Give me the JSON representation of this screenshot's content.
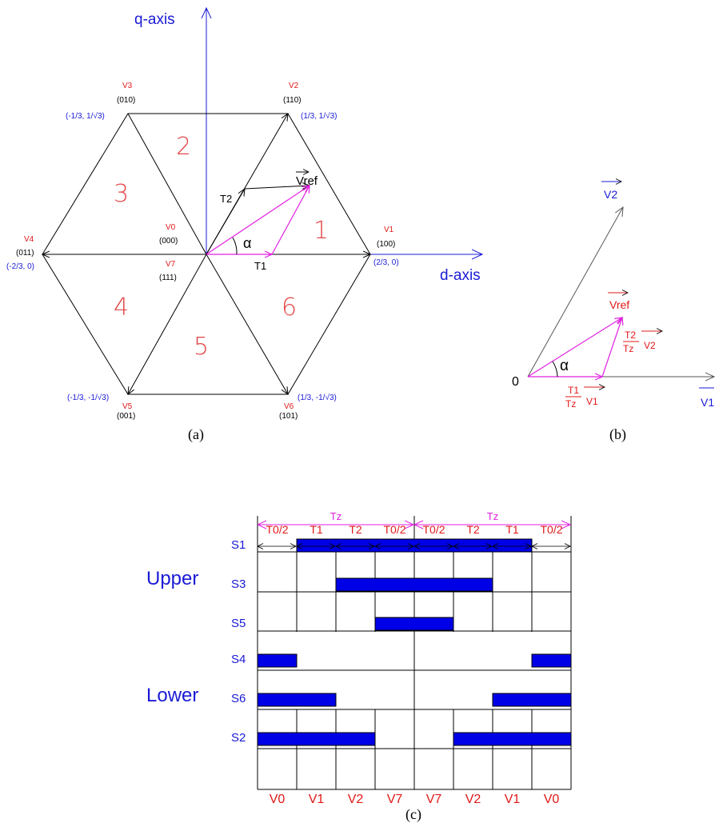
{
  "hexagon": {
    "q_axis_label": "q-axis",
    "d_axis_label": "d-axis",
    "vertices": [
      {
        "name": "V1",
        "code": "(100)",
        "coord": "(2/3, 0)"
      },
      {
        "name": "V2",
        "code": "(110)",
        "coord": "(1/3, 1/√3)"
      },
      {
        "name": "V3",
        "code": "(010)",
        "coord": "(-1/3, 1/√3)"
      },
      {
        "name": "V4",
        "code": "(011)",
        "coord": "(-2/3, 0)"
      },
      {
        "name": "V5",
        "code": "(001)",
        "coord": "(-1/3, -1/√3)"
      },
      {
        "name": "V6",
        "code": "(101)",
        "coord": "(1/3, -1/√3)"
      }
    ],
    "center": {
      "v0": "V0",
      "v0_code": "(000)",
      "v7": "V7",
      "v7_code": "(111)"
    },
    "sectors": [
      "1",
      "2",
      "3",
      "4",
      "5",
      "6"
    ],
    "vref_label": "Vref",
    "t1_label": "T1",
    "t2_label": "T2",
    "alpha_label": "α",
    "caption": "(a)"
  },
  "vector_diagram": {
    "v1_label": "V1",
    "v2_label": "V2",
    "vref_label": "Vref",
    "origin_label": "0",
    "alpha_label": "α",
    "t1_num": "T1",
    "t2_num": "T2",
    "tz_den": "Tz",
    "caption": "(b)"
  },
  "switching_pattern": {
    "period_labels": [
      "Tz",
      "Tz"
    ],
    "interval_labels": [
      "T0/2",
      "T1",
      "T2",
      "T0/2",
      "T0/2",
      "T2",
      "T1",
      "T0/2"
    ],
    "upper_label": "Upper",
    "lower_label": "Lower",
    "rows": [
      {
        "name": "S1",
        "group": "upper",
        "on": [
          0,
          1,
          1,
          1,
          1,
          1,
          1,
          0
        ]
      },
      {
        "name": "S3",
        "group": "upper",
        "on": [
          0,
          0,
          1,
          1,
          1,
          1,
          0,
          0
        ]
      },
      {
        "name": "S5",
        "group": "upper",
        "on": [
          0,
          0,
          0,
          1,
          1,
          0,
          0,
          0
        ]
      },
      {
        "name": "S4",
        "group": "lower",
        "on": [
          1,
          0,
          0,
          0,
          0,
          0,
          0,
          1
        ]
      },
      {
        "name": "S6",
        "group": "lower",
        "on": [
          1,
          1,
          0,
          0,
          0,
          0,
          1,
          1
        ]
      },
      {
        "name": "S2",
        "group": "lower",
        "on": [
          1,
          1,
          1,
          0,
          0,
          1,
          1,
          1
        ]
      }
    ],
    "vector_sequence": [
      "V0",
      "V1",
      "V2",
      "V7",
      "V7",
      "V2",
      "V1",
      "V0"
    ],
    "caption": "(c)"
  },
  "colors": {
    "axis": "#1a1ad6",
    "reference": "#e020e0",
    "label_red": "#e01818",
    "bar": "#0000e6",
    "line": "#000000"
  }
}
